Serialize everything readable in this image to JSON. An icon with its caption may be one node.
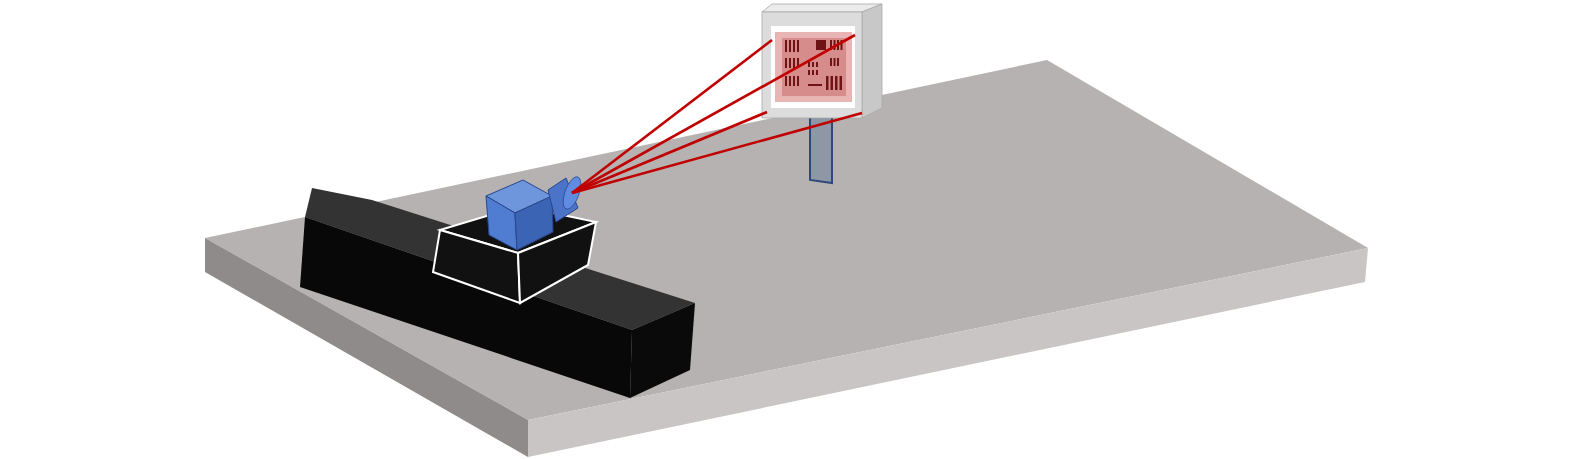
{
  "diagram": {
    "nodes": [
      {
        "text": [],
        "shape": "picture"
      },
      {
        "text": [],
        "shape": "picture"
      }
    ],
    "edges": [
      {
        "from": 0,
        "to": 1,
        "arrow": "none"
      },
      {
        "from": 0,
        "to": 1,
        "arrow": "none"
      },
      {
        "from": 0,
        "to": 1,
        "arrow": "none"
      },
      {
        "from": 0,
        "to": 1,
        "arrow": "none"
      }
    ]
  }
}
